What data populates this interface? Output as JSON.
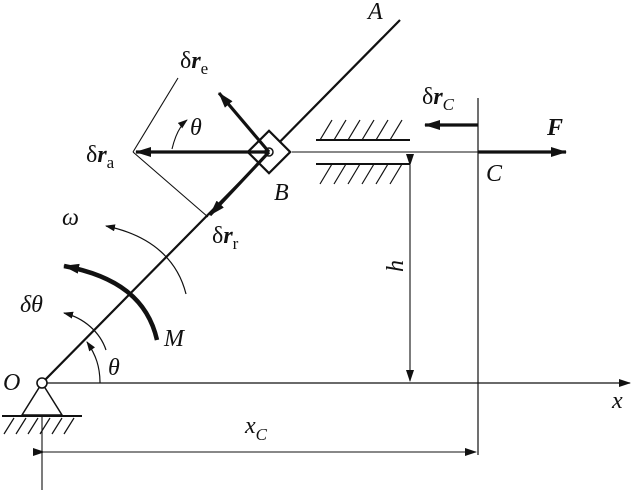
{
  "figure": {
    "labels": {
      "A": "A",
      "B": "B",
      "C": "C",
      "O": "O",
      "M": "M",
      "x": "x",
      "h": "h",
      "F": "F",
      "omega": "ω",
      "theta_small": "θ",
      "theta_base": "θ",
      "delta": "δ",
      "r": "r",
      "sub_e": "e",
      "sub_a": "a",
      "sub_r": "r",
      "sub_C": "C",
      "delta_theta": "δθ",
      "xC_main": "x",
      "xC_sub": "C"
    },
    "colors": {
      "ink": "#111111",
      "background": "#ffffff"
    }
  }
}
